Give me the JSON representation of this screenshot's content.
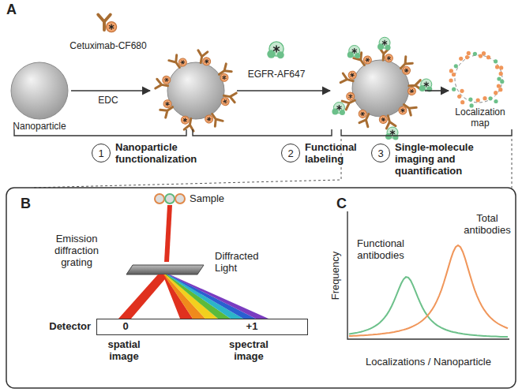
{
  "diagram": {
    "nodes": [
      {
        "text": [
          "1"
        ]
      },
      {
        "text": [
          "2"
        ]
      },
      {
        "text": [
          "3"
        ]
      },
      {
        "text": [
          "Detector",
          "0",
          "+1"
        ]
      }
    ],
    "labels": [
      "A",
      "Cetuximab-CF680",
      "EDC",
      "Nanoparticle",
      "EGFR-AF647",
      "Localization map",
      "Nanoparticle functionalization",
      "Functional labeling",
      "Single-molecule imaging and quantification",
      "B",
      "Sample",
      "Emission diffraction grating",
      "Diffracted Light",
      "spatial image",
      "spectral image",
      "C",
      "Functional antibodies",
      "Total antibodies",
      "Frequency",
      "Localizations / Nanoparticle"
    ]
  }
}
